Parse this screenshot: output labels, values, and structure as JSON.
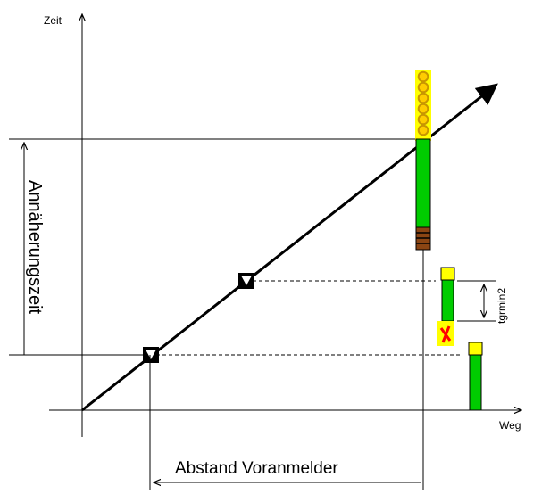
{
  "axes": {
    "y_label": "Zeit",
    "x_label": "Weg"
  },
  "labels": {
    "approach_time": "Annäherungszeit",
    "tgrmin": "tgrmin2",
    "distance": "Abstand Voranmelder"
  },
  "colors": {
    "line": "#000000",
    "green": "#00cc00",
    "yellow": "#ffff00",
    "yellow_circle": "#ffcc00",
    "orange_border": "#c89600",
    "brown": "#8b4513",
    "red": "#ff0000"
  }
}
